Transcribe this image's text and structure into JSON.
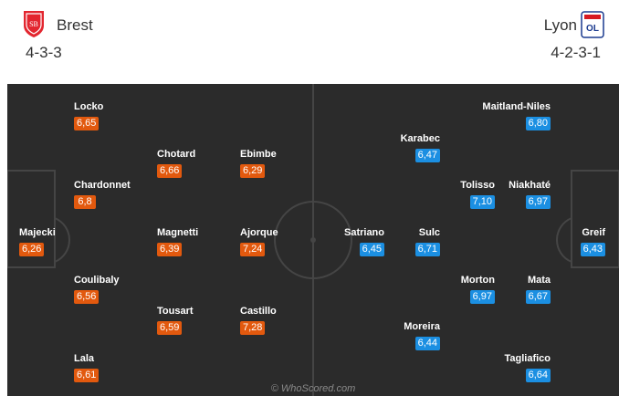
{
  "home": {
    "name": "Brest",
    "formation": "4-3-3",
    "color": "#e2590e",
    "players": [
      {
        "name": "Locko",
        "rating": "6,65"
      },
      {
        "name": "Chardonnet",
        "rating": "6,8"
      },
      {
        "name": "Majecki",
        "rating": "6,26"
      },
      {
        "name": "Coulibaly",
        "rating": "6,56"
      },
      {
        "name": "Lala",
        "rating": "6,61"
      },
      {
        "name": "Chotard",
        "rating": "6,66"
      },
      {
        "name": "Magnetti",
        "rating": "6,39"
      },
      {
        "name": "Tousart",
        "rating": "6,59"
      },
      {
        "name": "Ebimbe",
        "rating": "6,29"
      },
      {
        "name": "Ajorque",
        "rating": "7,24"
      },
      {
        "name": "Castillo",
        "rating": "7,28"
      }
    ]
  },
  "away": {
    "name": "Lyon",
    "formation": "4-2-3-1",
    "color": "#1b8fe2",
    "players": [
      {
        "name": "Maitland-Niles",
        "rating": "6,80"
      },
      {
        "name": "Karabec",
        "rating": "6,47"
      },
      {
        "name": "Tolisso",
        "rating": "7,10"
      },
      {
        "name": "Niakhaté",
        "rating": "6,97"
      },
      {
        "name": "Satriano",
        "rating": "6,45"
      },
      {
        "name": "Sulc",
        "rating": "6,71"
      },
      {
        "name": "Greif",
        "rating": "6,43"
      },
      {
        "name": "Morton",
        "rating": "6,97"
      },
      {
        "name": "Mata",
        "rating": "6,67"
      },
      {
        "name": "Moreira",
        "rating": "6,44"
      },
      {
        "name": "Tagliafico",
        "rating": "6,64"
      }
    ]
  },
  "watermark": "© WhoScored.com"
}
